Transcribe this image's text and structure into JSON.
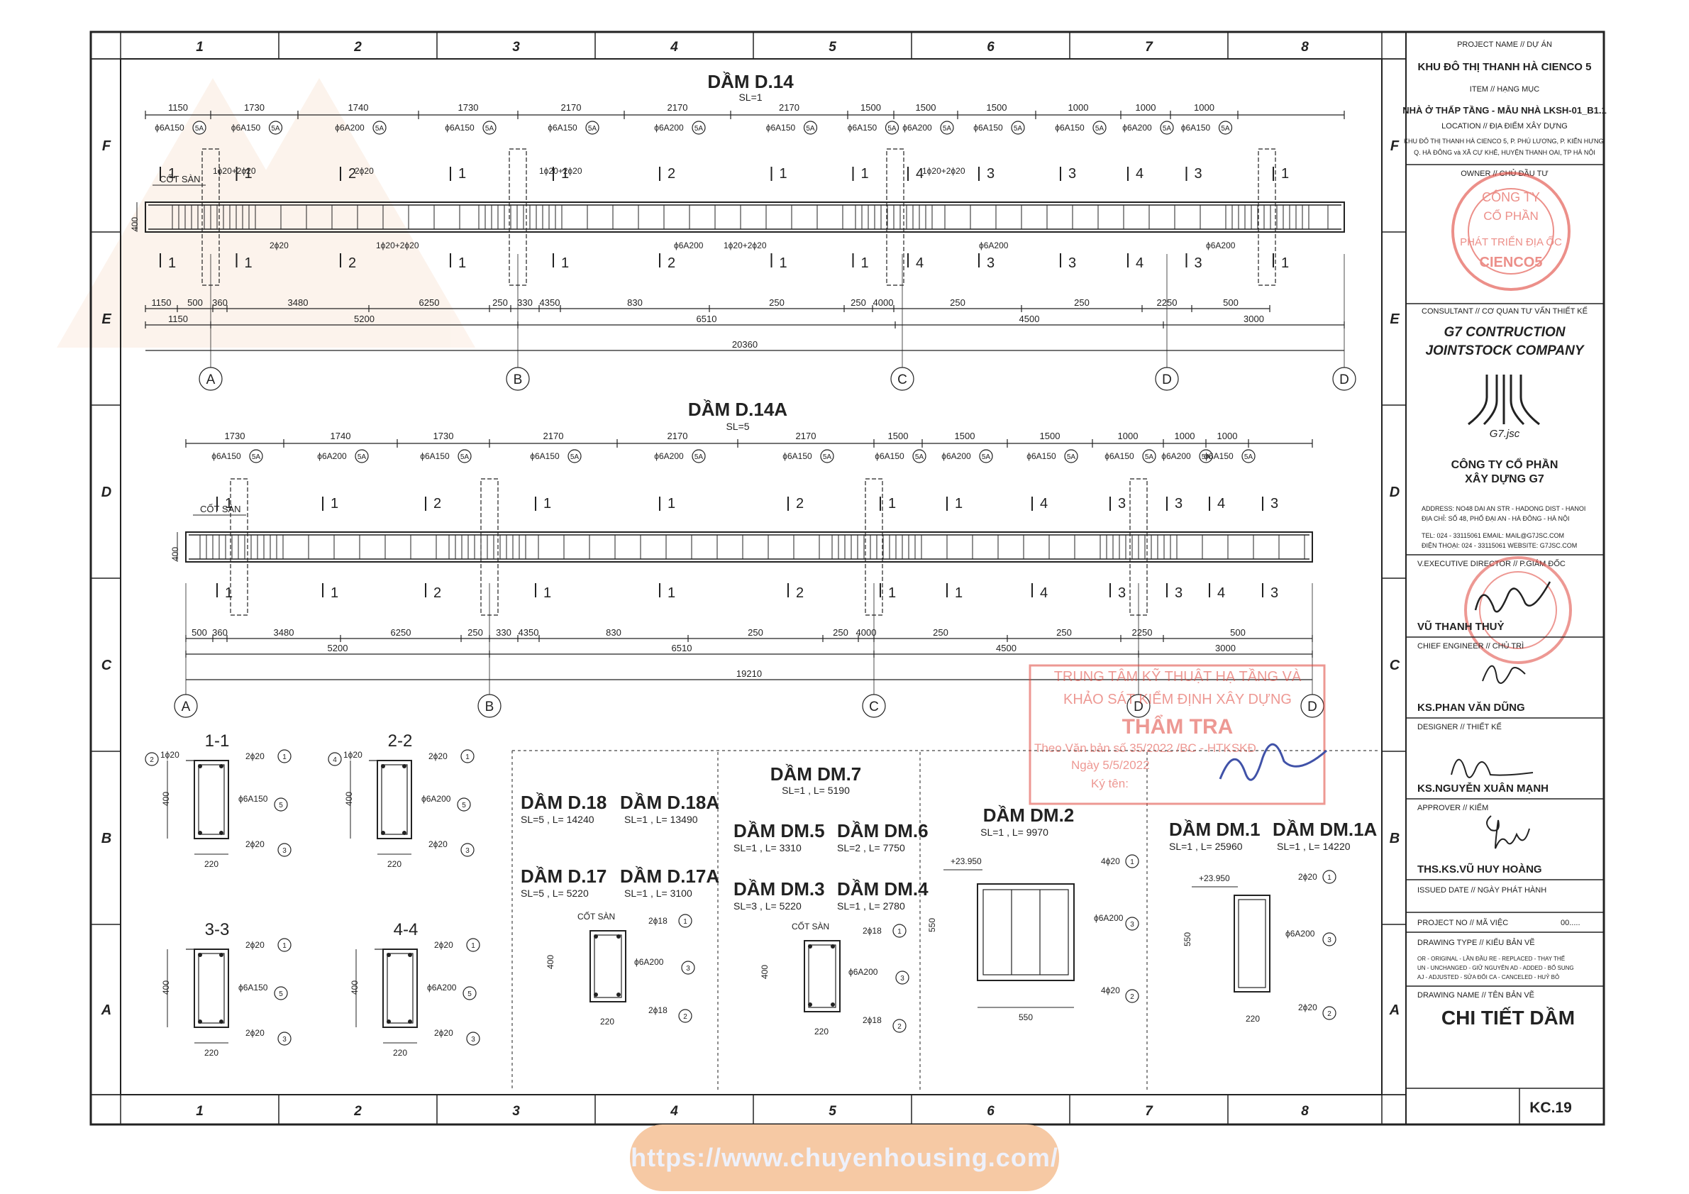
{
  "grid": {
    "columns": [
      "1",
      "2",
      "3",
      "4",
      "5",
      "6",
      "7",
      "8"
    ],
    "rows": [
      "F",
      "E",
      "D",
      "C",
      "B",
      "A"
    ]
  },
  "beam_d14": {
    "title": "DẦM D.14",
    "qty": "SL=1",
    "top_dims": [
      "1150",
      "1730",
      "1740",
      "1730",
      "2170",
      "2170",
      "2170",
      "1500",
      "1500",
      "1500",
      "1000",
      "1000",
      "1000"
    ],
    "stirrups": [
      "ϕ6A150",
      "ϕ6A150",
      "ϕ6A200",
      "ϕ6A150",
      "ϕ6A150",
      "ϕ6A200",
      "ϕ6A150",
      "ϕ6A150",
      "ϕ6A200",
      "ϕ6A150",
      "ϕ6A150",
      "ϕ6A200",
      "ϕ6A150"
    ],
    "bars_top": [
      "1ϕ20+2ϕ20",
      "2ϕ20",
      "1ϕ20+2ϕ20",
      "1ϕ20+2ϕ20"
    ],
    "bars_bottom": [
      "2ϕ20",
      "1ϕ20+2ϕ20",
      "ϕ6A200",
      "1ϕ20+2ϕ20",
      "ϕ6A200",
      "ϕ6A200"
    ],
    "level": "CỐT SÀN",
    "depth": "400",
    "bottom_dims": [
      "1150",
      "500",
      "360",
      "3480",
      "6250",
      "250",
      "330",
      "4350",
      "830",
      "250",
      "250",
      "4000",
      "250",
      "250",
      "2250",
      "500"
    ],
    "spans": [
      "1150",
      "5200",
      "6510",
      "4500",
      "3000"
    ],
    "total": "20360",
    "axes": [
      "A",
      "B",
      "C",
      "D",
      "D"
    ]
  },
  "beam_d14a": {
    "title": "DẦM D.14A",
    "qty": "SL=5",
    "top_dims": [
      "1730",
      "1740",
      "1730",
      "2170",
      "2170",
      "2170",
      "1500",
      "1500",
      "1500",
      "1000",
      "1000",
      "1000"
    ],
    "stirrups": [
      "ϕ6A150",
      "ϕ6A200",
      "ϕ6A150",
      "ϕ6A150",
      "ϕ6A200",
      "ϕ6A150",
      "ϕ6A150",
      "ϕ6A200",
      "ϕ6A150",
      "ϕ6A150",
      "ϕ6A200",
      "ϕ6A150"
    ],
    "level": "CỐT SÀN",
    "depth": "400",
    "bottom_dims": [
      "500",
      "360",
      "3480",
      "6250",
      "250",
      "330",
      "4350",
      "830",
      "250",
      "250",
      "4000",
      "250",
      "250",
      "2250",
      "500"
    ],
    "spans": [
      "5200",
      "6510",
      "4500",
      "3000"
    ],
    "total": "19210",
    "axes": [
      "A",
      "B",
      "C",
      "D",
      "D"
    ]
  },
  "sections": [
    {
      "title": "1-1",
      "top": "2ϕ20",
      "side": "1ϕ20",
      "stirrup": "ϕ6A150",
      "bottom": "2ϕ20",
      "h": "400",
      "w": "220"
    },
    {
      "title": "2-2",
      "top": "2ϕ20",
      "side": "1ϕ20",
      "stirrup": "ϕ6A200",
      "bottom": "2ϕ20",
      "h": "400",
      "w": "220"
    },
    {
      "title": "3-3",
      "top": "2ϕ20",
      "stirrup": "ϕ6A150",
      "bottom": "2ϕ20",
      "h": "400",
      "w": "220"
    },
    {
      "title": "4-4",
      "top": "2ϕ20",
      "stirrup": "ϕ6A200",
      "bottom": "2ϕ20",
      "h": "400",
      "w": "220"
    }
  ],
  "beam_list_1": [
    {
      "name": "DẦM D.18",
      "info": "SL=5 , L= 14240"
    },
    {
      "name": "DẦM D.18A",
      "info": "SL=1 , L= 13490"
    },
    {
      "name": "DẦM D.17",
      "info": "SL=5 , L= 5220"
    },
    {
      "name": "DẦM D.17A",
      "info": "SL=1 , L= 3100"
    }
  ],
  "beam_list_2": [
    {
      "name": "DẦM DM.7",
      "info": "SL=1 , L= 5190"
    },
    {
      "name": "DẦM DM.5",
      "info": "SL=1 , L= 3310"
    },
    {
      "name": "DẦM DM.6",
      "info": "SL=2 , L= 7750"
    },
    {
      "name": "DẦM DM.3",
      "info": "SL=3 , L= 5220"
    },
    {
      "name": "DẦM DM.4",
      "info": "SL=1 , L= 2780"
    }
  ],
  "beam_dm2": {
    "name": "DẦM DM.2",
    "info": "SL=1 , L= 9970",
    "level": "+23.950",
    "top": "4ϕ20",
    "stirrup": "ϕ6A200",
    "bottom": "4ϕ20",
    "h": "550",
    "w": "550"
  },
  "beam_dm1": [
    {
      "name": "DẦM DM.1",
      "info": "SL=1 , L= 25960"
    },
    {
      "name": "DẦM DM.1A",
      "info": "SL=1 , L= 14220"
    }
  ],
  "beam_dm1_sec": {
    "level": "+23.950",
    "top": "2ϕ20",
    "stirrup": "ϕ6A200",
    "bottom": "2ϕ20",
    "h": "550",
    "w": "220"
  },
  "small_sec": {
    "level": "CỐT SÀN",
    "top": "2ϕ18",
    "stirrup": "ϕ6A200",
    "bottom": "2ϕ18",
    "h": "400",
    "w": "220"
  },
  "stamp_review": {
    "line1": "TRUNG TÂM KỸ THUẬT HẠ TẦNG VÀ",
    "line2": "KHẢO SÁT KIỂM ĐỊNH XÂY DỰNG",
    "word": "THẨM TRA",
    "line3": "Theo Văn bản số 35/2022 /BC - HTKSKĐ",
    "line4": "Ngày 5/5/2022",
    "line5": "Ký tên:"
  },
  "title_block": {
    "project_label": "PROJECT NAME // DỰ ÁN",
    "project": "KHU ĐÔ THỊ THANH HÀ CIENCO 5",
    "item_label": "ITEM // HẠNG MỤC",
    "item": "NHÀ Ở THẤP TẦNG - MẪU NHÀ LKSH-01_B1.1",
    "location_label": "LOCATION // ĐỊA ĐIỂM XÂY DỰNG",
    "location1": "KHU ĐÔ THỊ THANH HÀ CIENCO 5, P. PHÚ LƯƠNG, P. KIẾN HƯNG,",
    "location2": "Q. HÀ ĐÔNG và XÃ CỰ KHÊ, HUYỆN THANH OAI, TP HÀ NỘI",
    "owner_label": "OWNER // CHỦ ĐẦU TƯ",
    "owner_stamp": [
      "CÔNG TY",
      "CỔ PHẦN",
      "PHÁT TRIỂN ĐỊA ỐC",
      "CIENCO5"
    ],
    "consultant_label": "CONSULTANT // CƠ QUAN TƯ VẤN THIẾT KẾ",
    "consultant1": "G7 CONTRUCTION",
    "consultant2": "JOINTSTOCK COMPANY",
    "logo_text": "G7.jsc",
    "company1": "CÔNG TY CỔ PHẦN",
    "company2": "XÂY DỰNG G7",
    "address": "ADDRESS:   NO48 DAI AN STR - HADONG DIST - HANOI",
    "address_vn": "ĐỊA CHỈ:   SỐ 48, PHỐ ĐẠI AN - HÀ ĐÔNG - HÀ NỘI",
    "tel": "TEL:   024 - 33115061   EMAIL:   MAIL@G7JSC.COM",
    "tel_vn": "ĐIỆN THOẠI:  024 - 33115061   WEBSITE:   G7JSC.COM",
    "director_label": "V.EXECUTIVE DIRECTOR // P.GIÁM ĐỐC",
    "director": "VŨ THANH THUỶ",
    "chief_label": "CHIEF ENGINEER // CHỦ TRÌ",
    "chief": "KS.PHAN VĂN DŨNG",
    "designer_label": "DESIGNER // THIẾT KẾ",
    "designer": "KS.NGUYỄN XUÂN MẠNH",
    "approver_label": "APPROVER // KIỂM",
    "approver": "THS.KS.VŨ HUY HOÀNG",
    "issued_label": "ISSUED DATE // NGÀY PHÁT HÀNH",
    "project_no_label": "PROJECT NO // MÃ VIỆC",
    "project_no": "00.....",
    "type_label": "DRAWING TYPE // KIỂU BẢN VẼ",
    "type_rows": [
      "OR - ORIGINAL - LẦN ĐẦU      RE - REPLACED - THAY THẾ",
      "UN - UNCHANGED - GIỮ NGUYÊN   AD - ADDED - BỔ SUNG",
      "AJ - ADJUSTED - SỬA ĐỔI      CA - CANCELED - HUỶ BỎ"
    ],
    "name_label": "DRAWING NAME // TÊN BẢN VẼ",
    "name": "CHI TIẾT DẦM",
    "sheet_no": "KC.19"
  },
  "watermark": {
    "url": "https://www.chuyenhousing.com/"
  },
  "colors": {
    "ink": "#222222",
    "stamp_red": "#e0453b",
    "watermark_bar": "#f6c9a4",
    "pen_blue": "#4052a8"
  }
}
